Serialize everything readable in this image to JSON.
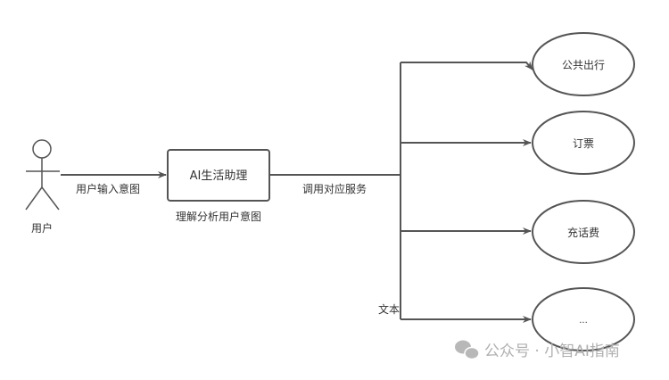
{
  "actor": {
    "label": "用户"
  },
  "edges": {
    "user_input": "用户输入意图",
    "call_service": "调用对应服务",
    "text": "文本"
  },
  "assistant": {
    "label": "AI生活助理",
    "caption": "理解分析用户意图"
  },
  "services": [
    {
      "label": "公共出行"
    },
    {
      "label": "订票"
    },
    {
      "label": "充话费"
    },
    {
      "label": "..."
    }
  ],
  "watermark": {
    "text": "公众号 · 小智AI指南",
    "icon": "wechat-icon"
  },
  "colors": {
    "stroke": "#555555",
    "text": "#333333",
    "watermark": "#b0b0b0"
  }
}
